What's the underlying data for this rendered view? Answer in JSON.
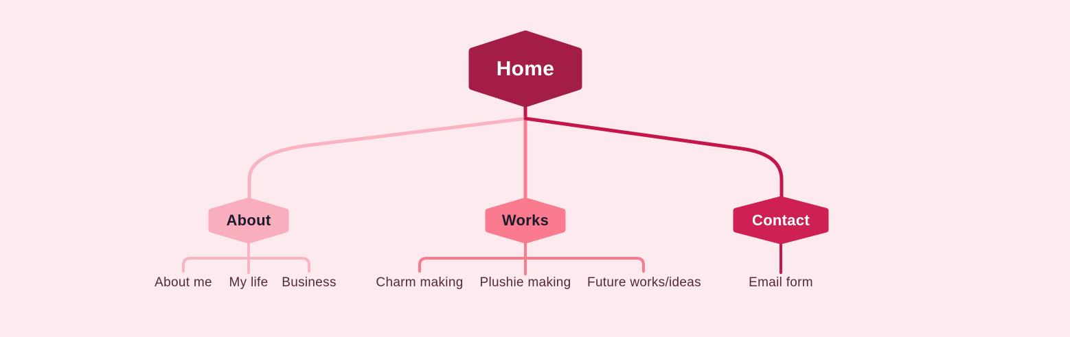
{
  "diagram": {
    "type": "sitemap-tree",
    "root": {
      "label": "Home"
    },
    "sections": [
      {
        "label": "About",
        "children": [
          "About me",
          "My life",
          "Business"
        ]
      },
      {
        "label": "Works",
        "children": [
          "Charm making",
          "Plushie making",
          "Future works/ideas"
        ]
      },
      {
        "label": "Contact",
        "children": [
          "Email form"
        ]
      }
    ]
  },
  "colors": {
    "background": "#FCEAEE",
    "home_fill": "#A31D47",
    "home_text": "#FFFFFF",
    "home_connector": "#C2134C",
    "about_fill": "#F9AEBE",
    "about_connector": "#F9B3C2",
    "works_fill": "#FA7A8E",
    "works_connector": "#FA7A8E",
    "contact_fill": "#CE2052",
    "contact_text": "#FFFFFF",
    "contact_connector": "#C4164B",
    "section_text": "#1C1B2E",
    "leaf_text": "#54283A"
  }
}
